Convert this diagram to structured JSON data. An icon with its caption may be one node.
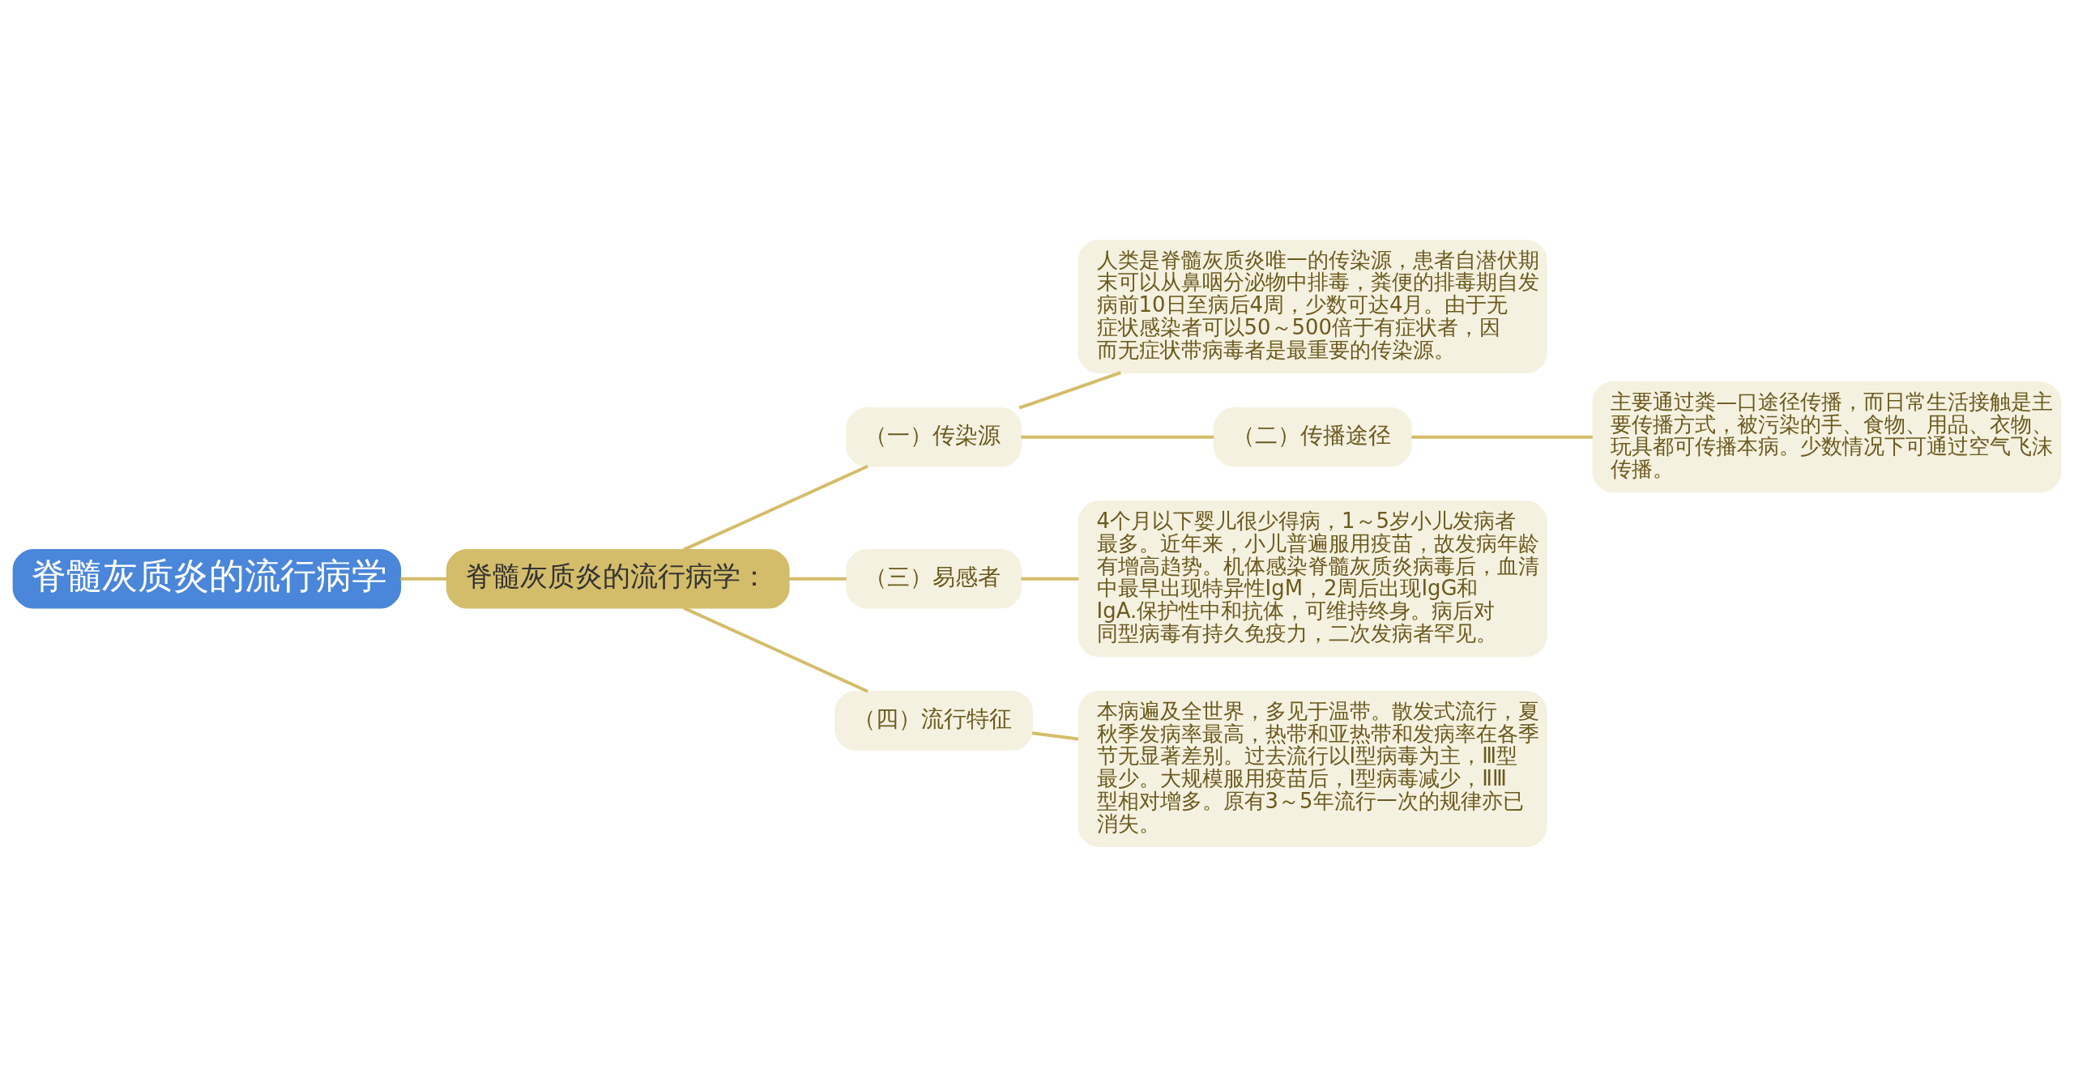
{
  "diagram": {
    "nodes": [
      {
        "text": [
          "脊髓灰质炎的流行病学"
        ]
      },
      {
        "text": [
          "脊髓灰质炎的流行病学："
        ]
      },
      {
        "text": [
          "（一）传染源"
        ]
      },
      {
        "text": [
          "人类是脊髓灰质炎唯一的传染源，患者自潜伏期末可以从鼻咽分泌物中排毒，粪便的排毒期自发病前10日至病后4周，少数可达4月。由于无症状感染者可以50～500倍于有症状者，因而无症状带病毒者是最重要的传染源。"
        ]
      },
      {
        "text": [
          "（二）传播途径"
        ]
      },
      {
        "text": [
          "主要通过粪—口途径传播，而日常生活接触是主要传播方式，被污染的手、食物、用品、衣物、玩具都可传播本病。少数情况下可通过空气飞沫传播。"
        ]
      },
      {
        "text": [
          "（三）易感者"
        ]
      },
      {
        "text": [
          "4个月以下婴儿很少得病，1～5岁小儿发病者最多。近年来，小儿普遍服用疫苗，故发病年龄有增高趋势。机体感染脊髓灰质炎病毒后，血清中最早出现特异性IgM，2周后出现IgG和IgA.保护性中和抗体，可维持终身。病后对同型病毒有持久免疫力，二次发病者罕见。"
        ]
      },
      {
        "text": [
          "（四）流行特征"
        ]
      },
      {
        "text": [
          "本病遍及全世界，多见于温带。散发式流行，夏秋季发病率最高，热带和亚热带和发病率在各季节无显著差别。过去流行以Ⅰ型病毒为主，Ⅲ型最少。大规模服用疫苗后，Ⅰ型病毒减少，ⅡⅢ型相对增多。原有3～5年流行一次的规律亦已消失。"
        ]
      }
    ],
    "edges": [
      {
        "from": 0,
        "to": 1,
        "arrow": "none"
      },
      {
        "from": 1,
        "to": 2,
        "arrow": "none"
      },
      {
        "from": 2,
        "to": 3,
        "arrow": "none"
      },
      {
        "from": 2,
        "to": 4,
        "arrow": "none"
      },
      {
        "from": 4,
        "to": 5,
        "arrow": "none"
      },
      {
        "from": 1,
        "to": 6,
        "arrow": "none"
      },
      {
        "from": 6,
        "to": 7,
        "arrow": "none"
      },
      {
        "from": 1,
        "to": 8,
        "arrow": "none"
      },
      {
        "from": 8,
        "to": 9,
        "arrow": "none"
      }
    ]
  }
}
